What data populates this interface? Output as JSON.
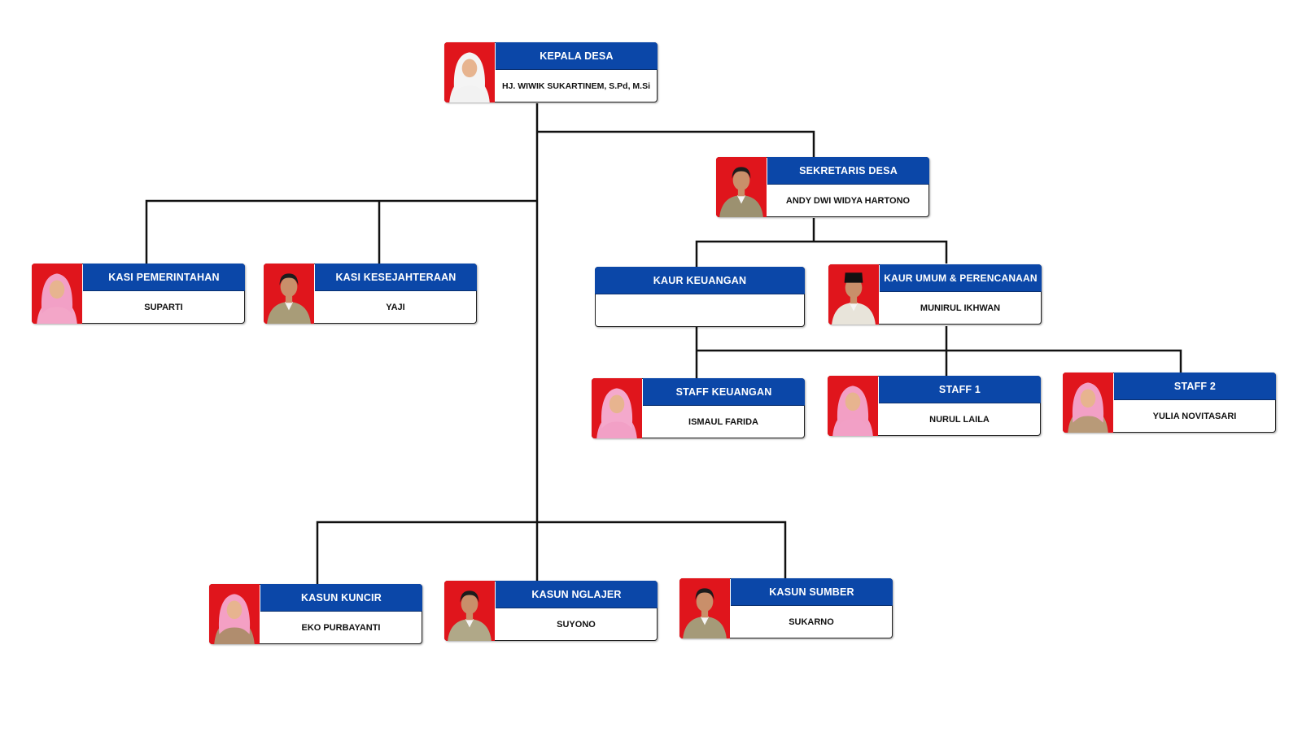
{
  "chart_data": {
    "type": "org-chart",
    "nodes": [
      {
        "id": "kepala",
        "title": "KEPALA DESA",
        "name": "HJ. WIWIK SUKARTINEM, S.Pd, M.Si",
        "parent": null
      },
      {
        "id": "sekdes",
        "title": "SEKRETARIS DESA",
        "name": "ANDY DWI WIDYA HARTONO",
        "parent": "kepala"
      },
      {
        "id": "kasi-pem",
        "title": "KASI PEMERINTAHAN",
        "name": "SUPARTI",
        "parent": "kepala"
      },
      {
        "id": "kasi-kes",
        "title": "KASI KESEJAHTERAAN",
        "name": "YAJI",
        "parent": "kepala"
      },
      {
        "id": "kaur-keu",
        "title": "KAUR KEUANGAN",
        "name": "",
        "parent": "sekdes"
      },
      {
        "id": "kaur-umum",
        "title": "KAUR UMUM & PERENCANAAN",
        "name": "MUNIRUL IKHWAN",
        "parent": "sekdes"
      },
      {
        "id": "staff-keu",
        "title": "STAFF KEUANGAN",
        "name": "ISMAUL FARIDA",
        "parent": "kaur-keu"
      },
      {
        "id": "staff-1",
        "title": "STAFF 1",
        "name": "NURUL LAILA",
        "parent": "kaur-umum"
      },
      {
        "id": "staff-2",
        "title": "STAFF 2",
        "name": "YULIA NOVITASARI",
        "parent": "kaur-umum"
      },
      {
        "id": "kasun-kuncir",
        "title": "KASUN KUNCIR",
        "name": "EKO PURBAYANTI",
        "parent": "kepala"
      },
      {
        "id": "kasun-nglajer",
        "title": "KASUN NGLAJER",
        "name": "SUYONO",
        "parent": "kepala"
      },
      {
        "id": "kasun-sumber",
        "title": "KASUN SUMBER",
        "name": "SUKARNO",
        "parent": "kepala"
      }
    ]
  },
  "photos": {
    "kepala": {
      "shirt": "#f2f2f2",
      "head": "hijab",
      "hijab_color": "#f4f4f4"
    },
    "sekdes": {
      "shirt": "#9c9170",
      "head": "male"
    },
    "kasi-pem": {
      "shirt": "#f3a6c8",
      "head": "hijab",
      "hijab_color": "#f2a0c6"
    },
    "kasi-kes": {
      "shirt": "#a89c78",
      "head": "male"
    },
    "kaur-umum": {
      "shirt": "#e8e4da",
      "head": "peci"
    },
    "staff-keu": {
      "shirt": "#f2a0c6",
      "head": "hijab",
      "hijab_color": "#f4a9cc"
    },
    "staff-1": {
      "shirt": "#f2a0c6",
      "head": "hijab",
      "hijab_color": "#f29fc4"
    },
    "staff-2": {
      "shirt": "#b89a78",
      "head": "hijab",
      "hijab_color": "#f2a0c6"
    },
    "kasun-kuncir": {
      "shirt": "#b08d6e",
      "head": "hijab",
      "hijab_color": "#f4a0c4"
    },
    "kasun-nglajer": {
      "shirt": "#b0a888",
      "head": "male"
    },
    "kasun-sumber": {
      "shirt": "#a59a78",
      "head": "male"
    }
  },
  "colors": {
    "title_bar": "#0b47a8",
    "photo_bg": "#e0151c",
    "line": "#111111"
  }
}
